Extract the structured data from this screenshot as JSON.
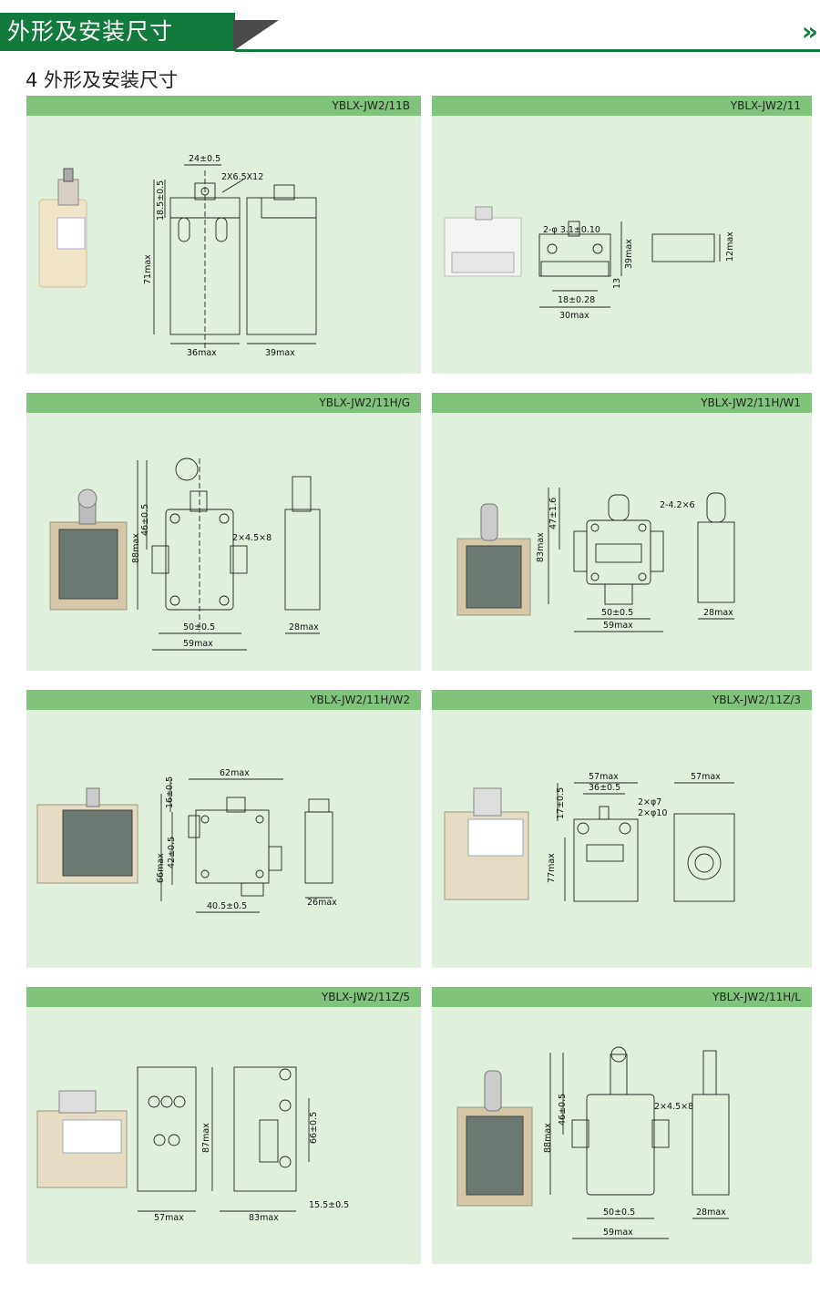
{
  "header": {
    "title": "外形及安装尺寸",
    "arrows": "»"
  },
  "subtitle": "4 外形及安装尺寸",
  "panels": [
    {
      "model": "YBLX-JW2/11B",
      "dims": [
        "24±0.5",
        "2X6.5X12",
        "18.5±0.5",
        "71max",
        "36max",
        "39max"
      ]
    },
    {
      "model": "YBLX-JW2/11",
      "dims": [
        "2-φ 3.1±0.10",
        "39max",
        "13",
        "18±0.28",
        "30max",
        "12max"
      ]
    },
    {
      "model": "YBLX-JW2/11H/G",
      "dims": [
        "88max",
        "46±0.5",
        "2×4.5×8",
        "50±0.5",
        "59max",
        "28max"
      ]
    },
    {
      "model": "YBLX-JW2/11H/W1",
      "dims": [
        "83max",
        "47±1.6",
        "2-4.2×6",
        "50±0.5",
        "59max",
        "28max"
      ]
    },
    {
      "model": "YBLX-JW2/11H/W2",
      "dims": [
        "62max",
        "16±0.5",
        "66max",
        "42±0.5",
        "40.5±0.5",
        "26max"
      ]
    },
    {
      "model": "YBLX-JW2/11Z/3",
      "dims": [
        "17±0.5",
        "57max",
        "36±0.5",
        "2×φ7",
        "2×φ10",
        "77max",
        "57max"
      ]
    },
    {
      "model": "YBLX-JW2/11Z/5",
      "dims": [
        "87max",
        "66±0.5",
        "57max",
        "83max",
        "15.5±0.5"
      ]
    },
    {
      "model": "YBLX-JW2/11H/L",
      "dims": [
        "88max",
        "46±0.5",
        "2×4.5×8",
        "50±0.5",
        "59max",
        "28max"
      ]
    }
  ]
}
